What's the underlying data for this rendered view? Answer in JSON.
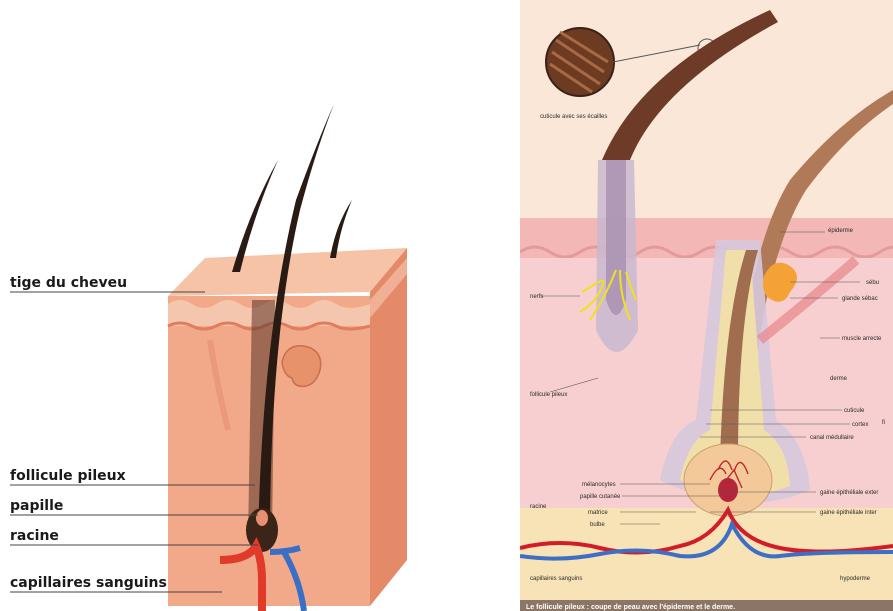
{
  "left_figure": {
    "labels": [
      "tige du cheveu",
      "follicule pileux",
      "papille",
      "racine",
      "capillaires sanguins"
    ]
  },
  "right_figure": {
    "labels": {
      "cuticule_ecailles": "cuticule avec ses écailles",
      "epiderme": "épiderme",
      "nerfs": "nerfs",
      "sebum": "sébu",
      "glande": "glande sébac",
      "muscle": "muscle arrecte",
      "derme": "derme",
      "follicule": "follicule pileux",
      "cuticule": "cuticule",
      "cortex": "cortex",
      "fi": "fi",
      "canal": "canal médullaire",
      "melanocytes": "mélanocytes",
      "papille_cutanee": "papille cutanée",
      "matrice": "matrice",
      "bulbe": "bulbe",
      "racine": "racine",
      "gaine_ext": "gaine épithéliale exter",
      "gaine_int": "gaine épithéliale inter",
      "capillaires": "capillaires sanguins",
      "hypoderme": "hypoderme"
    },
    "caption": "Le follicule pileux : coupe de peau avec l'épiderme et le derme."
  },
  "colors": {
    "skin_front": "#f2a98a",
    "skin_top": "#f7c3a6",
    "skin_side": "#e98f6f",
    "hair": "#2a1a14",
    "epidermis_pink": "#f3b7b6",
    "hypodermis": "#f8e3b6",
    "nerve": "#f0e020",
    "artery": "#d21c2a",
    "vein": "#3d6fc4"
  }
}
